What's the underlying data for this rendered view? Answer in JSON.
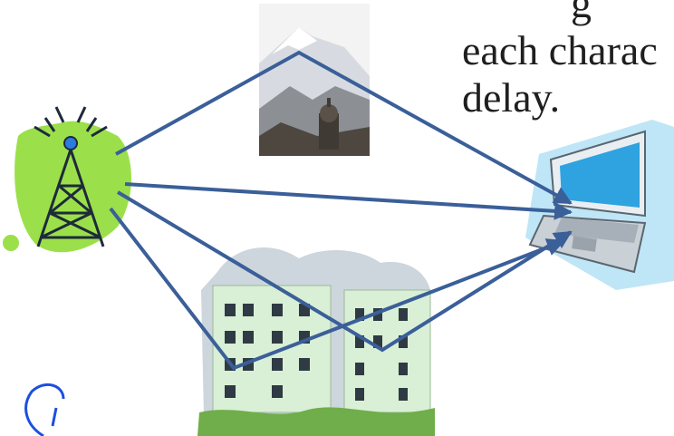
{
  "slide_text": {
    "line1": "g",
    "line2": "each charac",
    "line3": "delay."
  },
  "colors": {
    "signal_arrow": "#3a5f99",
    "tower_blob": "#9be04a",
    "laptop_screen": "#2ea3e0",
    "laptop_glow": "#7fd0f0",
    "building": "#d9efd6",
    "mountain": "#cfd6de",
    "handwriting": "#1b4fe0"
  },
  "icons": [
    "radio-tower-icon",
    "mountain-church-image",
    "laptop-icon",
    "apartment-buildings-image"
  ]
}
